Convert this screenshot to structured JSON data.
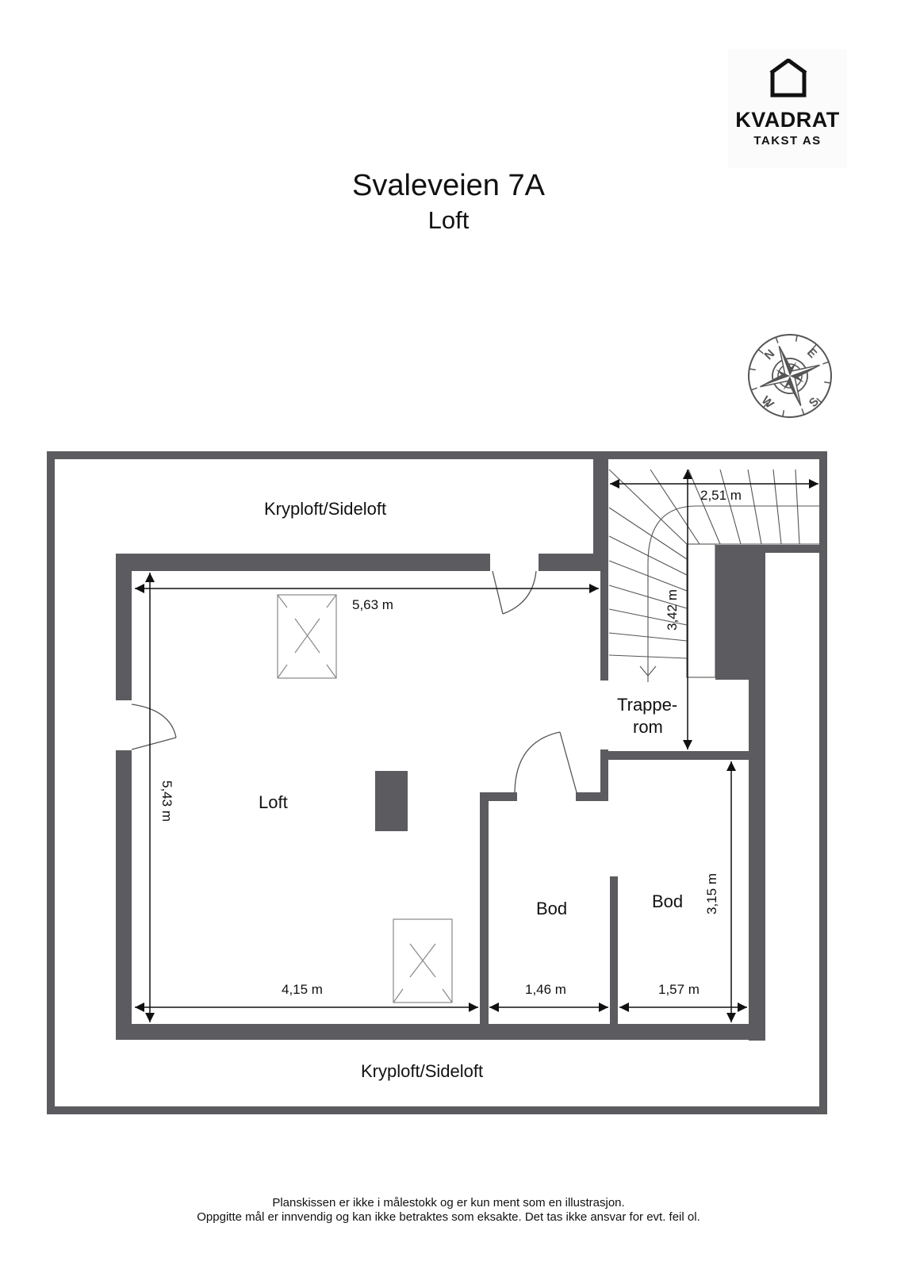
{
  "logo": {
    "name": "KVADRAT",
    "subtitle": "TAKST AS",
    "icon": "house-outline-icon"
  },
  "header": {
    "title": "Svaleveien 7A",
    "subtitle": "Loft"
  },
  "compass": {
    "icon": "compass-rose-icon",
    "labels": {
      "n": "N",
      "e": "E",
      "s": "S",
      "w": "W"
    }
  },
  "rooms": {
    "kryploft_top": "Kryploft/Sideloft",
    "kryploft_bottom": "Kryploft/Sideloft",
    "loft": "Loft",
    "trapperom_line1": "Trappe-",
    "trapperom_line2": "rom",
    "bod_left": "Bod",
    "bod_right": "Bod"
  },
  "dimensions": {
    "loft_width_top": "5,63 m",
    "loft_height": "5,43 m",
    "loft_width_bottom": "4,15 m",
    "stair_width": "2,51 m",
    "stair_length": "3,42 m",
    "bod_left_width": "1,46 m",
    "bod_right_width": "1,57 m",
    "bod_right_depth": "3,15 m"
  },
  "colors": {
    "wall": "#5b5b60",
    "line": "#111111",
    "thin_line": "#777777",
    "background": "#ffffff"
  },
  "footer": {
    "line1": "Planskissen er ikke i målestokk og er kun ment som en illustrasjon.",
    "line2": "Oppgitte mål er innvendig og kan ikke betraktes som eksakte. Det tas ikke ansvar for evt. feil ol."
  }
}
